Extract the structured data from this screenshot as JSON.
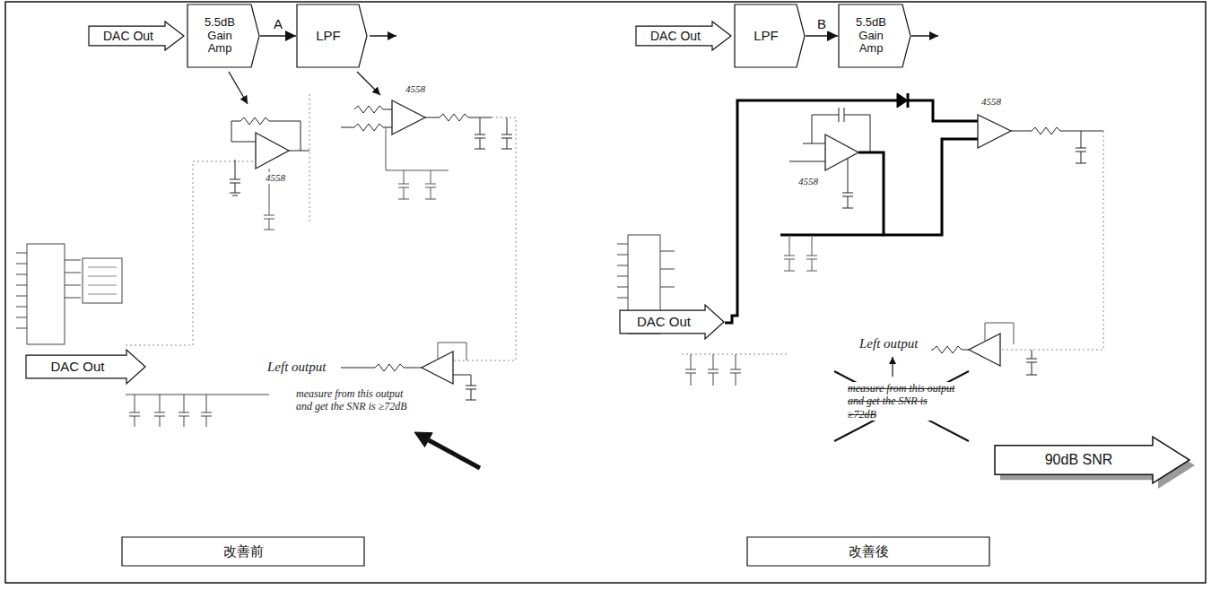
{
  "diagram": {
    "nodes": [
      {
        "text": [
          "DAC Out"
        ]
      },
      {
        "text": [
          "5.5dB Gain Amp"
        ]
      },
      {
        "text": [
          "LPF"
        ]
      },
      {
        "text": [
          "DAC Out"
        ]
      },
      {
        "text": [
          "改善前"
        ]
      },
      {
        "text": [
          "DAC Out"
        ]
      },
      {
        "text": [
          "LPF"
        ]
      },
      {
        "text": [
          "5.5dB Gain Amp"
        ]
      },
      {
        "text": [
          "DAC Out"
        ]
      },
      {
        "text": [
          "90dB SNR"
        ]
      },
      {
        "text": [
          "改善後"
        ]
      }
    ],
    "edges": [
      {
        "from": 1,
        "to": 2,
        "arrow": "to",
        "label": "A"
      },
      {
        "from": 6,
        "to": 7,
        "arrow": "to",
        "label": "B"
      }
    ],
    "labels": [
      "4558",
      "4558",
      "Left output",
      "measure from this output and get the SNR is ≥72dB",
      "4558",
      "4558",
      "Left output",
      "measure from this output and get the SNR is ≥72dB"
    ]
  }
}
